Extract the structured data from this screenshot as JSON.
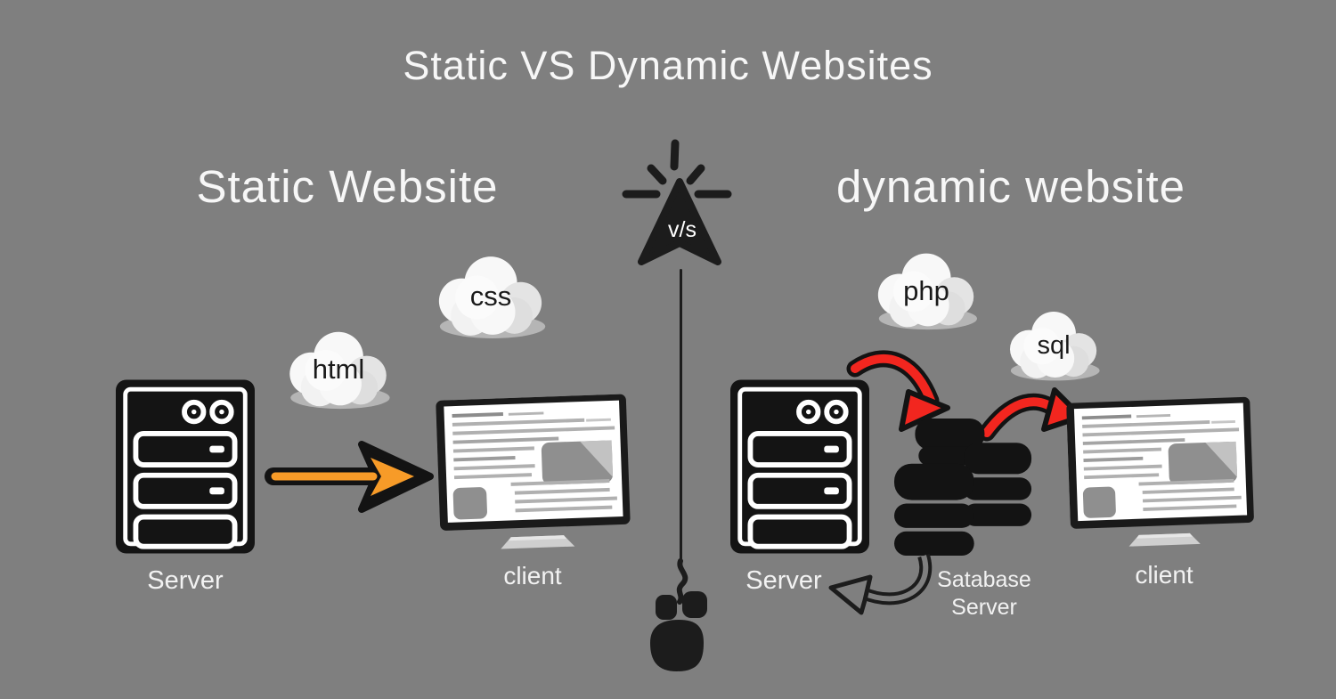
{
  "title": "Static VS Dynamic Websites",
  "center": {
    "vs_label": "v/s"
  },
  "left": {
    "heading": "Static Website",
    "server_label": "Server",
    "client_label": "client",
    "clouds": [
      {
        "label": "html"
      },
      {
        "label": "css"
      }
    ]
  },
  "right": {
    "heading": "dynamic website",
    "server_label": "Server",
    "client_label": "client",
    "database_label": {
      "line1": "Satabase",
      "line2": "Server"
    },
    "clouds": [
      {
        "label": "php"
      },
      {
        "label": "sql"
      }
    ]
  },
  "colors": {
    "background": "#7f7f7f",
    "ink": "#1c1c1c",
    "text_light": "#f7f7f7",
    "cloud_fill": "#f8f8f8",
    "orange_arrow": "#f79b28",
    "red_arrow": "#f2261f"
  }
}
